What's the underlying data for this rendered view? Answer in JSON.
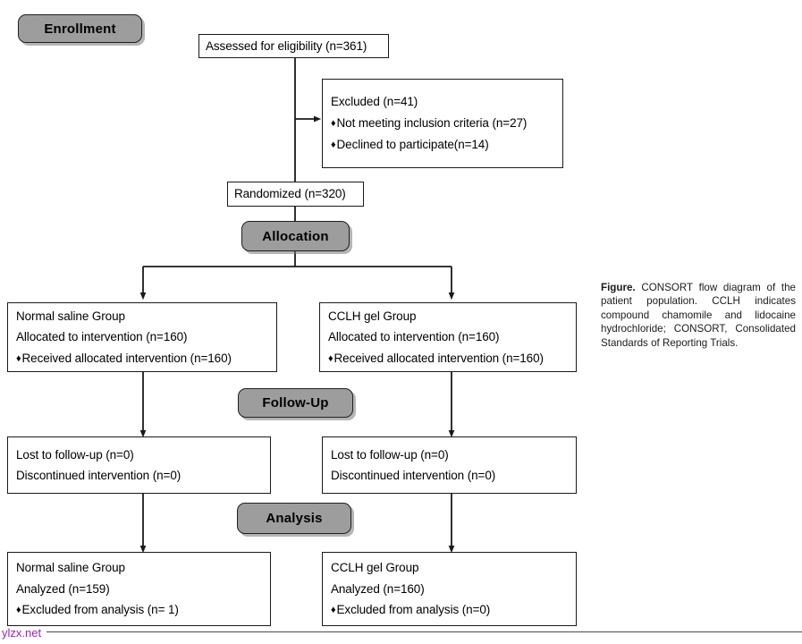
{
  "figure": {
    "kind": "CONSORT flow diagram",
    "caption_lead": "Figure.",
    "caption_text": " CONSORT flow diagram of the patient population. CCLH indicates compound chamomile and lidocaine hydrochloride; CONSORT, Consolidated Standards of Reporting Trials.",
    "watermark": "ylzx.net",
    "colors": {
      "badge_fill": "#9d9d9d",
      "badge_border": "#1f1f1f",
      "box_border": "#1a1a1a",
      "line": "#1a1a1a",
      "text": "#000000",
      "watermark": "#a21bc4"
    }
  },
  "stages": {
    "enrollment": "Enrollment",
    "allocation": "Allocation",
    "followup": "Follow-Up",
    "analysis": "Analysis"
  },
  "nodes": {
    "assessed": {
      "lines": [
        "Assessed for eligibility (n=361)"
      ]
    },
    "excluded": {
      "title": "Excluded (n=41)",
      "bullets": [
        "Not meeting inclusion criteria (n=27)",
        "Declined to participate(n=14)"
      ],
      "bullet_glyph": "♦"
    },
    "randomized": {
      "lines": [
        "Randomized (n=320)"
      ]
    },
    "alloc_left": {
      "title": "Normal saline Group",
      "line2": "Allocated to intervention (n=160)",
      "bullets": [
        "Received allocated intervention (n=160)"
      ],
      "bullet_glyph": "♦"
    },
    "alloc_right": {
      "title": "CCLH gel  Group",
      "line2": "Allocated to intervention (n=160)",
      "bullets": [
        "Received allocated intervention (n=160)"
      ],
      "bullet_glyph": "♦"
    },
    "follow_left": {
      "line1": "Lost to follow-up (n=0)",
      "line2": "Discontinued intervention (n=0)"
    },
    "follow_right": {
      "line1": "Lost to follow-up (n=0)",
      "line2": "Discontinued intervention (n=0)"
    },
    "analysis_left": {
      "title": "Normal saline Group",
      "line2": "Analyzed (n=159)",
      "bullets": [
        "Excluded from analysis (n= 1)"
      ],
      "bullet_glyph": "♦"
    },
    "analysis_right": {
      "title": "CCLH gel Group",
      "line2": "Analyzed (n=160)",
      "bullets": [
        "Excluded from analysis (n=0)"
      ],
      "bullet_glyph": "♦"
    }
  }
}
